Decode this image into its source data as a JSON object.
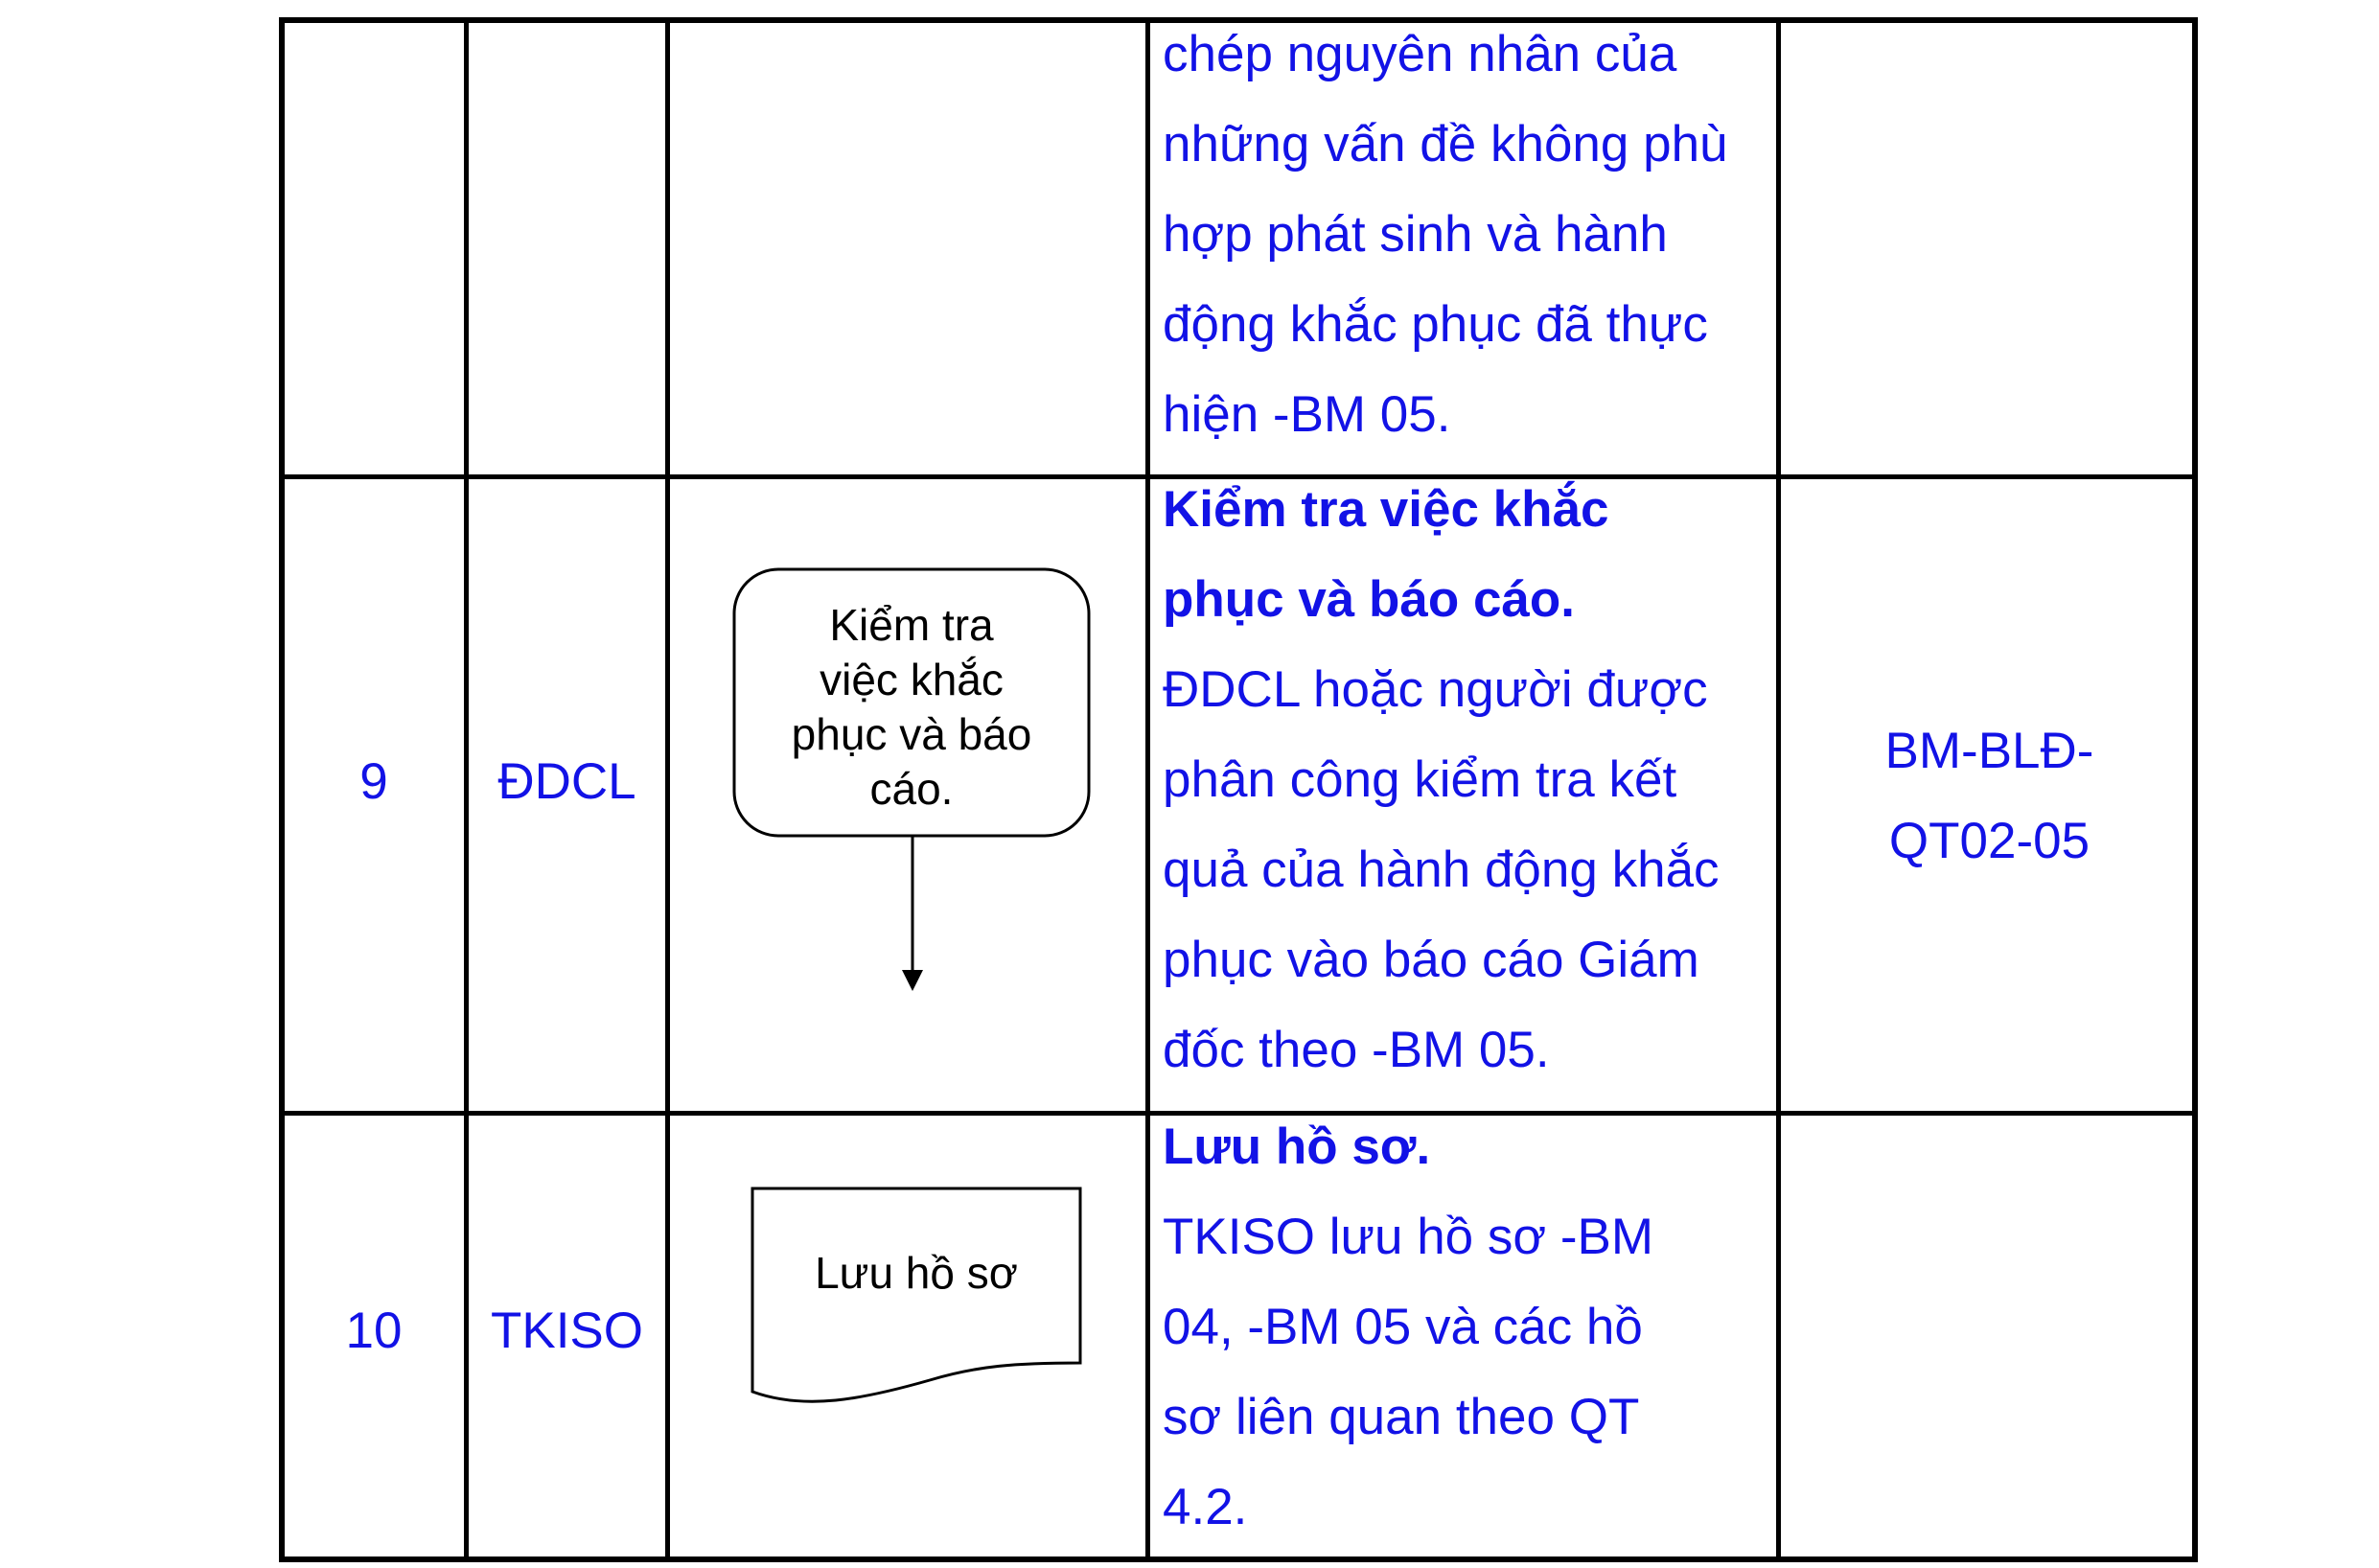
{
  "rows": [
    {
      "description_lines": [
        "chép nguyên nhân của",
        "những vấn đề không phù",
        "hợp phát sinh và hành",
        "động khắc phục đã thực",
        "hiện   -BM 05."
      ]
    },
    {
      "step": "9",
      "responsible": "ĐDCL",
      "flow_label": "Kiểm tra việc khắc phục và báo cáo.",
      "flow_lines": [
        "Kiểm tra",
        "việc khắc",
        "phục và báo",
        "cáo."
      ],
      "title_lines": [
        "Kiểm tra việc khắc",
        "phục và báo cáo."
      ],
      "description_lines": [
        "ĐDCL hoặc người được",
        "phân công kiểm tra kết",
        "quả của hành động khắc",
        "phục vào báo cáo Giám",
        "đốc theo   -BM 05."
      ],
      "form_lines": [
        "BM-BLĐ-",
        "QT02-05"
      ]
    },
    {
      "step": "10",
      "responsible": "TKISO",
      "flow_label": "Lưu hồ sơ",
      "title_lines": [
        "Lưu hồ sơ."
      ],
      "description_lines": [
        "TKISO lưu hồ sơ    -BM",
        "04,    -BM 05 và các hồ",
        "sơ liên quan theo QT",
        "4.2."
      ]
    }
  ],
  "colors": {
    "text_blue": "#1212e6",
    "border": "#000000"
  }
}
